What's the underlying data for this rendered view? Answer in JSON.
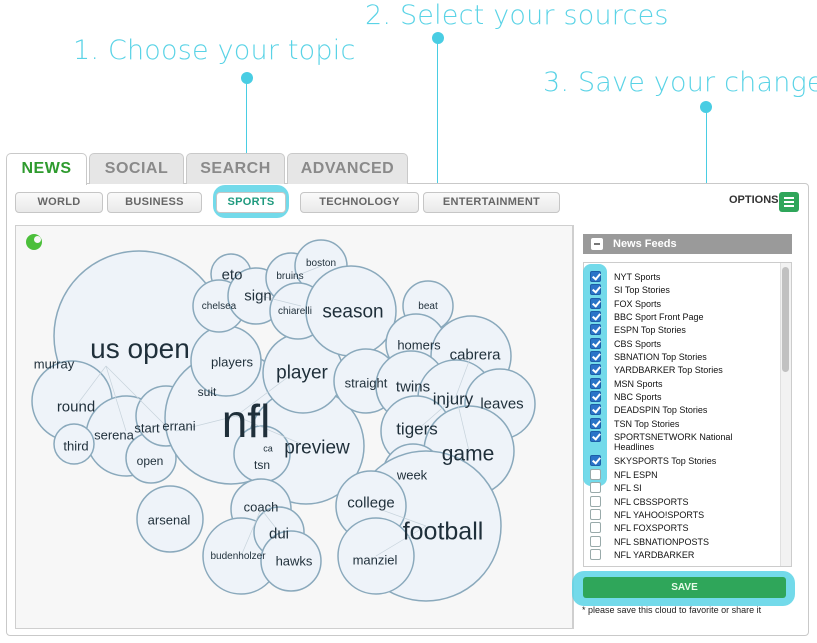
{
  "callouts": {
    "step1": "1. Choose your topic",
    "step2": "2. Select your sources",
    "step3": "3. Save your changes"
  },
  "tabs": [
    "NEWS",
    "SOCIAL",
    "SEARCH",
    "ADVANCED"
  ],
  "subtabs": [
    "WORLD",
    "BUSINESS",
    "SPORTS",
    "TECHNOLOGY",
    "ENTERTAINMENT"
  ],
  "active_tab": "NEWS",
  "active_subtab": "SPORTS",
  "options_label": "OPTIONS",
  "cloud": {
    "words": [
      "eto",
      "sign",
      "boston",
      "bruins",
      "chelsea",
      "chiarelli",
      "season",
      "beat",
      "us open",
      "players",
      "homers",
      "cabrera",
      "murray",
      "player",
      "suit",
      "straight",
      "twins",
      "injury",
      "leaves",
      "round",
      "nfl",
      "start",
      "errani",
      "tigers",
      "serena",
      "third",
      "ca",
      "preview",
      "game",
      "open",
      "tsn",
      "week",
      "coach",
      "college",
      "arsenal",
      "football",
      "dui",
      "budenholzer",
      "hawks",
      "manziel"
    ]
  },
  "feeds": {
    "header": "News Feeds",
    "items": [
      {
        "label": "NYT Sports",
        "checked": true
      },
      {
        "label": "SI Top Stories",
        "checked": true
      },
      {
        "label": "FOX Sports",
        "checked": true
      },
      {
        "label": "BBC Sport Front Page",
        "checked": true
      },
      {
        "label": "ESPN Top Stories",
        "checked": true
      },
      {
        "label": "CBS Sports",
        "checked": true
      },
      {
        "label": "SBNATION Top Stories",
        "checked": true
      },
      {
        "label": "YARDBARKER Top Stories",
        "checked": true
      },
      {
        "label": "MSN Sports",
        "checked": true
      },
      {
        "label": "NBC Sports",
        "checked": true
      },
      {
        "label": "DEADSPIN Top Stories",
        "checked": true
      },
      {
        "label": "TSN Top Stories",
        "checked": true
      },
      {
        "label": "SPORTSNETWORK National Headlines",
        "checked": true
      },
      {
        "label": "SKYSPORTS Top Stories",
        "checked": true
      },
      {
        "label": "NFL ESPN",
        "checked": false
      },
      {
        "label": "NFL SI",
        "checked": false
      },
      {
        "label": "NFL CBSSPORTS",
        "checked": false
      },
      {
        "label": "NFL YAHOO!SPORTS",
        "checked": false
      },
      {
        "label": "NFL FOXSPORTS",
        "checked": false
      },
      {
        "label": "NFL SBNATIONPOSTS",
        "checked": false
      },
      {
        "label": "NFL YARDBARKER",
        "checked": false
      }
    ]
  },
  "save_label": "SAVE",
  "note": "* please save this cloud to favorite or share it",
  "colors": {
    "accent_cyan": "#5ad3e6",
    "brand_green": "#2fa65a",
    "active_tab_green": "#2e9b2e",
    "checkbox_blue": "#2a74c8"
  }
}
